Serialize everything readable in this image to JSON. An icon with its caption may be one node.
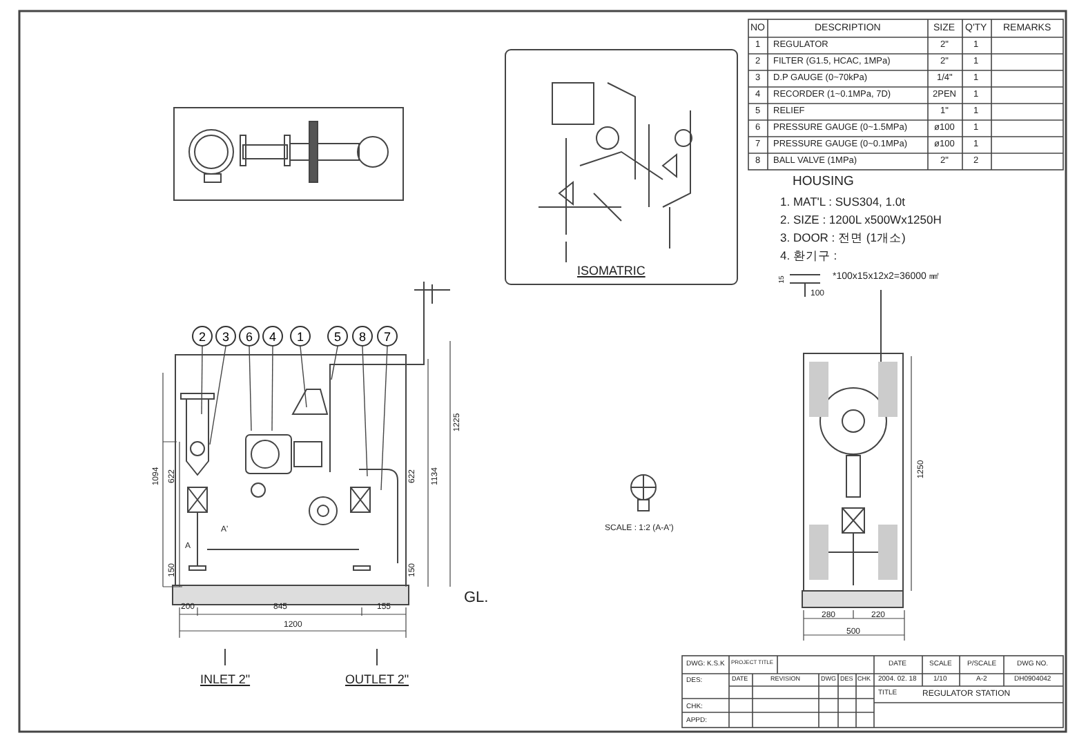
{
  "diagram": {
    "nodes": [
      {
        "text": [
          "2"
        ]
      },
      {
        "text": [
          "3"
        ]
      },
      {
        "text": [
          "6"
        ]
      },
      {
        "text": [
          "4"
        ]
      },
      {
        "text": [
          "1"
        ]
      },
      {
        "text": [
          "5"
        ]
      },
      {
        "text": [
          "8"
        ]
      },
      {
        "text": [
          "7"
        ]
      }
    ],
    "edges": [
      {
        "from": 0,
        "to": null,
        "arrow": "none"
      },
      {
        "from": 1,
        "to": null,
        "arrow": "none"
      },
      {
        "from": 2,
        "to": null,
        "arrow": "none"
      },
      {
        "from": 3,
        "to": null,
        "arrow": "none"
      },
      {
        "from": 4,
        "to": null,
        "arrow": "none"
      },
      {
        "from": 5,
        "to": null,
        "arrow": "none"
      },
      {
        "from": 6,
        "to": null,
        "arrow": "none"
      },
      {
        "from": 7,
        "to": null,
        "arrow": "none"
      }
    ],
    "labels": [
      "NO",
      "DESCRIPTION",
      "SIZE",
      "Q'TY",
      "REMARKS",
      "1",
      "REGULATOR",
      "2\"",
      "1",
      "2",
      "FILTER (G1.5, HCAC, 1MPa)",
      "2\"",
      "1",
      "3",
      "D.P GAUGE (0~70kPa)",
      "1/4\"",
      "1",
      "4",
      "RECORDER (1~0.1MPa, 7D)",
      "2PEN",
      "1",
      "5",
      "RELIEF",
      "1\"",
      "1",
      "6",
      "PRESSURE GAUGE (0~1.5MPa)",
      "ø100",
      "1",
      "7",
      "PRESSURE GAUGE (0~0.1MPa)",
      "ø100",
      "1",
      "8",
      "BALL VALVE (1MPa)",
      "2\"",
      "2",
      "HOUSING",
      "1. MAT'L : SUS304, 1.0t",
      "2. SIZE : 1200L x500Wx1250H",
      "3. DOOR : 전면 (1개소)",
      "4. 환기구 :",
      "15",
      "100",
      "*100x15x12x2=36000 ㎟",
      "ISOMATRIC",
      "SCALE : 1:2 (A-A')",
      "1094",
      "622",
      "150",
      "622",
      "150",
      "1134",
      "1225",
      "GL.",
      "200",
      "845",
      "155",
      "1200",
      "A",
      "A'",
      "INLET 2\"",
      "OUTLET 2\"",
      "1250",
      "280",
      "220",
      "500",
      "DWG: K.S.K",
      "PROJECT TITLE",
      "DATE",
      "SCALE",
      "P/SCALE",
      "DWG NO.",
      "DES:",
      "DATE",
      "REVISION",
      "DWG",
      "DES",
      "CHK",
      "2004. 02. 18",
      "1/10",
      "A-2",
      "DH0904042",
      "TITLE",
      "REGULATOR STATION",
      "CHK:",
      "APPD:"
    ]
  }
}
